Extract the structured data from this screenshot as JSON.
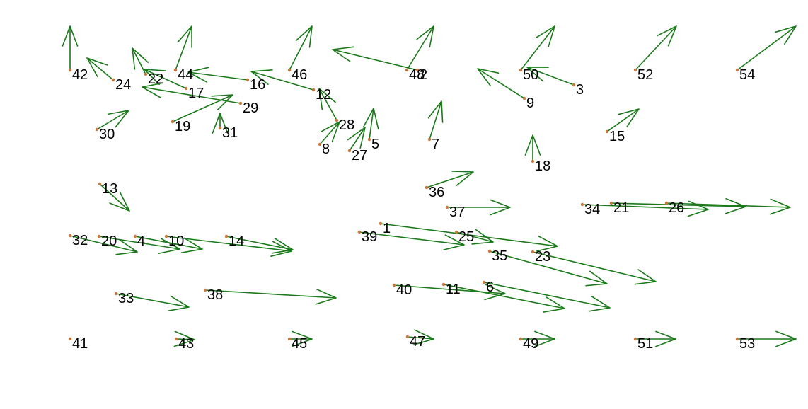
{
  "chart_data": {
    "type": "scatter",
    "title": "",
    "xlabel": "",
    "ylabel": "",
    "xlim": [
      0,
      1142
    ],
    "ylim": [
      0,
      578
    ],
    "y_axis_inverted": true,
    "grid": false,
    "legend": "none",
    "colors": {
      "arrow": "#1a7a1a",
      "point": "#c8783c",
      "label": "#000000"
    },
    "points": [
      {
        "label": "1",
        "x": 538,
        "y": 316,
        "dx": 250,
        "dy": 32
      },
      {
        "label": "2",
        "x": 590,
        "y": 99,
        "dx": -120,
        "dy": -29
      },
      {
        "label": "3",
        "x": 811,
        "y": 120,
        "dx": -66,
        "dy": -25
      },
      {
        "label": "4",
        "x": 191,
        "y": 334,
        "dx": 95,
        "dy": 18
      },
      {
        "label": "5",
        "x": 522,
        "y": 197,
        "dx": 6,
        "dy": -44
      },
      {
        "label": "6",
        "x": 684,
        "y": 399,
        "dx": 178,
        "dy": 36
      },
      {
        "label": "7",
        "x": 607,
        "y": 197,
        "dx": 17,
        "dy": -54
      },
      {
        "label": "8",
        "x": 452,
        "y": 204,
        "dx": 28,
        "dy": -32
      },
      {
        "label": "9",
        "x": 741,
        "y": 139,
        "dx": -66,
        "dy": -42
      },
      {
        "label": "10",
        "x": 235,
        "y": 334,
        "dx": 177,
        "dy": 21
      },
      {
        "label": "11",
        "x": 627,
        "y": 402,
        "dx": 171,
        "dy": 34
      },
      {
        "label": "12",
        "x": 443,
        "y": 127,
        "dx": -88,
        "dy": -26
      },
      {
        "label": "13",
        "x": 141,
        "y": 260,
        "dx": 42,
        "dy": 38
      },
      {
        "label": "14",
        "x": 320,
        "y": 334,
        "dx": 94,
        "dy": 19
      },
      {
        "label": "15",
        "x": 858,
        "y": 186,
        "dx": 45,
        "dy": -32
      },
      {
        "label": "16",
        "x": 350,
        "y": 113,
        "dx": -84,
        "dy": -11
      },
      {
        "label": "17",
        "x": 263,
        "y": 125,
        "dx": -59,
        "dy": -27
      },
      {
        "label": "18",
        "x": 753,
        "y": 228,
        "dx": 0,
        "dy": -37
      },
      {
        "label": "19",
        "x": 244,
        "y": 172,
        "dx": 85,
        "dy": -38
      },
      {
        "label": "20",
        "x": 140,
        "y": 334,
        "dx": 114,
        "dy": 18
      },
      {
        "label": "21",
        "x": 864,
        "y": 287,
        "dx": 190,
        "dy": 5
      },
      {
        "label": "22",
        "x": 206,
        "y": 105,
        "dx": -19,
        "dy": -37
      },
      {
        "label": "23",
        "x": 753,
        "y": 356,
        "dx": 174,
        "dy": 42
      },
      {
        "label": "24",
        "x": 160,
        "y": 113,
        "dx": -37,
        "dy": -31
      },
      {
        "label": "25",
        "x": 645,
        "y": 328,
        "dx": 52,
        "dy": 14
      },
      {
        "label": "26",
        "x": 942,
        "y": 287,
        "dx": 175,
        "dy": 6
      },
      {
        "label": "27",
        "x": 494,
        "y": 213,
        "dx": 22,
        "dy": -33
      },
      {
        "label": "28",
        "x": 476,
        "y": 170,
        "dx": -25,
        "dy": -45
      },
      {
        "label": "29",
        "x": 340,
        "y": 146,
        "dx": -139,
        "dy": -23
      },
      {
        "label": "30",
        "x": 137,
        "y": 183,
        "dx": 45,
        "dy": -27
      },
      {
        "label": "31",
        "x": 311,
        "y": 181,
        "dx": 0,
        "dy": -21
      },
      {
        "label": "32",
        "x": 99,
        "y": 333,
        "dx": 95,
        "dy": 23
      },
      {
        "label": "33",
        "x": 164,
        "y": 415,
        "dx": 103,
        "dy": 19
      },
      {
        "label": "34",
        "x": 823,
        "y": 289,
        "dx": 178,
        "dy": 7
      },
      {
        "label": "35",
        "x": 692,
        "y": 355,
        "dx": 166,
        "dy": 46
      },
      {
        "label": "36",
        "x": 603,
        "y": 265,
        "dx": 66,
        "dy": -22
      },
      {
        "label": "37",
        "x": 632,
        "y": 293,
        "dx": 89,
        "dy": 0
      },
      {
        "label": "38",
        "x": 290,
        "y": 410,
        "dx": 185,
        "dy": 11
      },
      {
        "label": "39",
        "x": 508,
        "y": 328,
        "dx": 148,
        "dy": 18
      },
      {
        "label": "40",
        "x": 557,
        "y": 403,
        "dx": 157,
        "dy": 12
      },
      {
        "label": "41",
        "x": 99,
        "y": 479,
        "dx": 0,
        "dy": 0
      },
      {
        "label": "42",
        "x": 99,
        "y": 99,
        "dx": 0,
        "dy": -62
      },
      {
        "label": "43",
        "x": 249,
        "y": 479,
        "dx": 26,
        "dy": 1
      },
      {
        "label": "44",
        "x": 248,
        "y": 99,
        "dx": 23,
        "dy": -62
      },
      {
        "label": "45",
        "x": 409,
        "y": 479,
        "dx": 32,
        "dy": 0
      },
      {
        "label": "46",
        "x": 409,
        "y": 99,
        "dx": 32,
        "dy": -62
      },
      {
        "label": "47",
        "x": 576,
        "y": 476,
        "dx": 37,
        "dy": 3
      },
      {
        "label": "48",
        "x": 575,
        "y": 99,
        "dx": 38,
        "dy": -62
      },
      {
        "label": "49",
        "x": 736,
        "y": 479,
        "dx": 48,
        "dy": 0
      },
      {
        "label": "50",
        "x": 736,
        "y": 99,
        "dx": 48,
        "dy": -62
      },
      {
        "label": "51",
        "x": 898,
        "y": 479,
        "dx": 57,
        "dy": 0
      },
      {
        "label": "52",
        "x": 898,
        "y": 99,
        "dx": 58,
        "dy": -62
      },
      {
        "label": "53",
        "x": 1042,
        "y": 479,
        "dx": 83,
        "dy": 0
      },
      {
        "label": "54",
        "x": 1042,
        "y": 99,
        "dx": 83,
        "dy": -62
      }
    ]
  }
}
